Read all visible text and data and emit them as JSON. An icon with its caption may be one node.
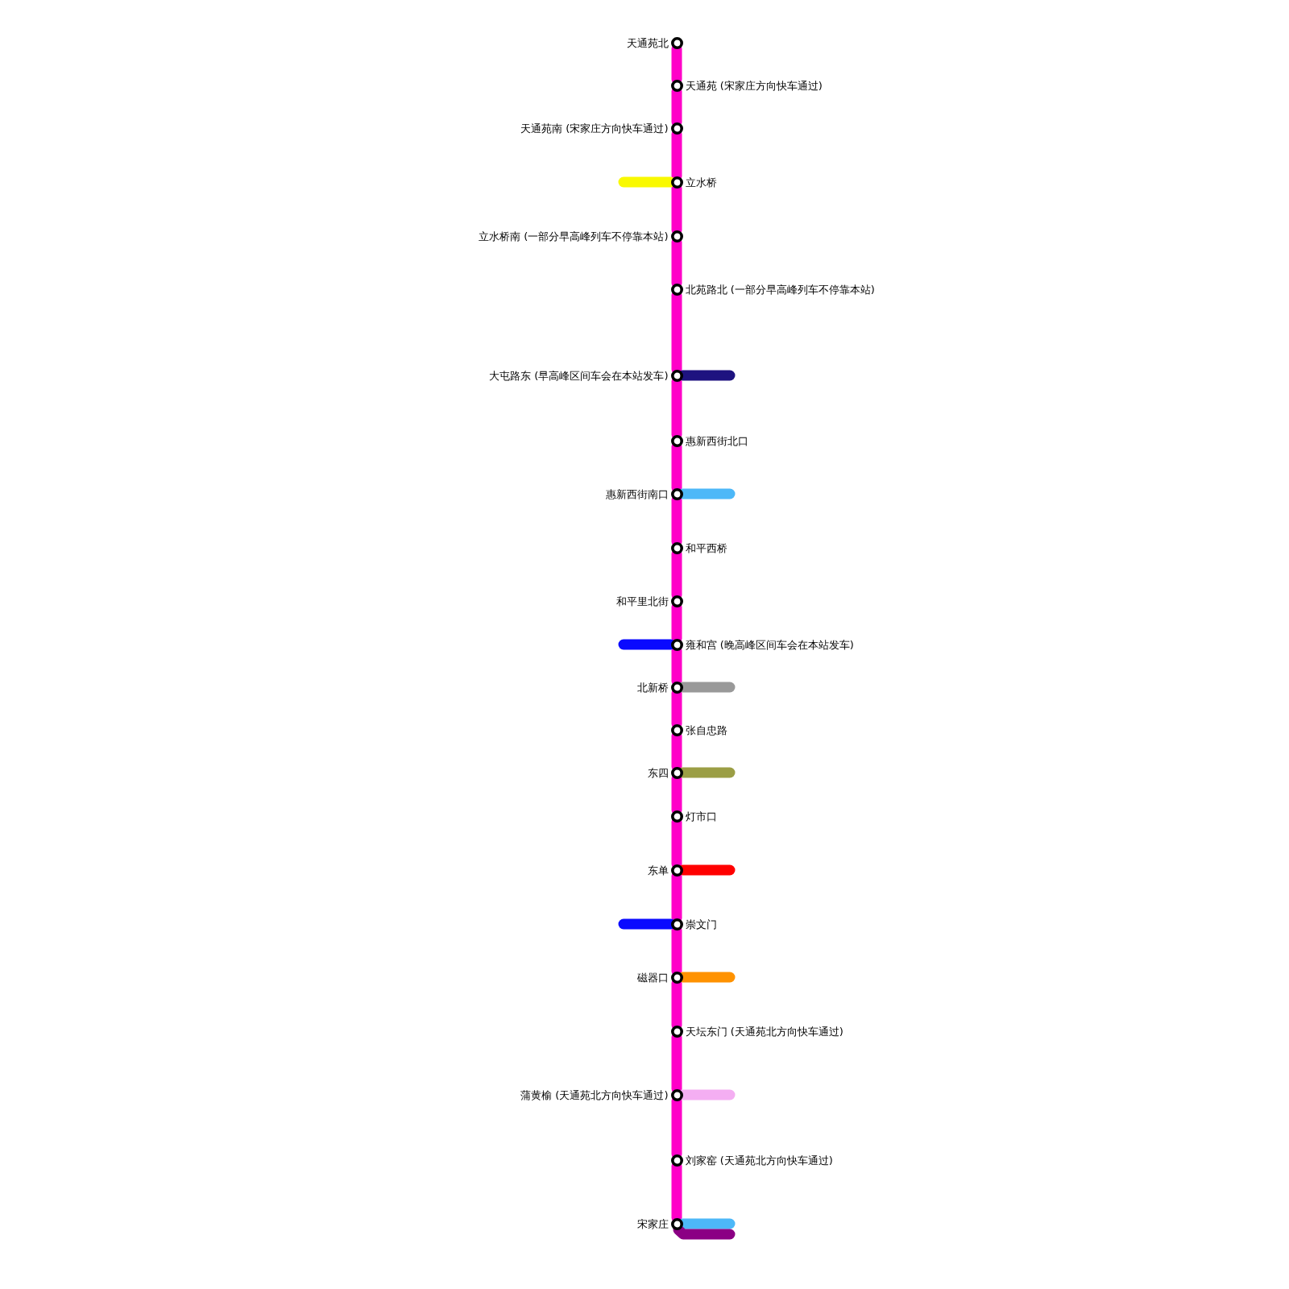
{
  "diagram": {
    "nodes": [
      {
        "text": [
          "天通苑北"
        ]
      },
      {
        "text": [
          "天通苑 (宋家庄方向快车通过)"
        ]
      },
      {
        "text": [
          "天通苑南 (宋家庄方向快车通过)"
        ]
      },
      {
        "text": [
          "立水桥"
        ]
      },
      {
        "text": [
          "立水桥南 (一部分早高峰列车不停靠本站)"
        ]
      },
      {
        "text": [
          "北苑路北 (一部分早高峰列车不停靠本站)"
        ]
      },
      {
        "text": [
          "大屯路东 (早高峰区间车会在本站发车)"
        ]
      },
      {
        "text": [
          "惠新西街北口"
        ]
      },
      {
        "text": [
          "惠新西街南口"
        ]
      },
      {
        "text": [
          "和平西桥"
        ]
      },
      {
        "text": [
          "和平里北街"
        ]
      },
      {
        "text": [
          "雍和宫 (晚高峰区间车会在本站发车)"
        ]
      },
      {
        "text": [
          "北新桥"
        ]
      },
      {
        "text": [
          "张自忠路"
        ]
      },
      {
        "text": [
          "东四"
        ]
      },
      {
        "text": [
          "灯市口"
        ]
      },
      {
        "text": [
          "东单"
        ]
      },
      {
        "text": [
          "崇文门"
        ]
      },
      {
        "text": [
          "磁器口"
        ]
      },
      {
        "text": [
          "天坛东门 (天通苑北方向快车通过)"
        ]
      },
      {
        "text": [
          "蒲黄榆 (天通苑北方向快车通过)"
        ]
      },
      {
        "text": [
          "刘家窑 (天通苑北方向快车通过)"
        ]
      },
      {
        "text": [
          "宋家庄"
        ]
      }
    ],
    "edges": [
      {
        "from": 0,
        "to": 1,
        "arrow": "none"
      },
      {
        "from": 1,
        "to": 2,
        "arrow": "none"
      },
      {
        "from": 2,
        "to": 3,
        "arrow": "none"
      },
      {
        "from": 3,
        "to": 4,
        "arrow": "none"
      },
      {
        "from": 4,
        "to": 5,
        "arrow": "none"
      },
      {
        "from": 5,
        "to": 6,
        "arrow": "none"
      },
      {
        "from": 6,
        "to": 7,
        "arrow": "none"
      },
      {
        "from": 7,
        "to": 8,
        "arrow": "none"
      },
      {
        "from": 8,
        "to": 9,
        "arrow": "none"
      },
      {
        "from": 9,
        "to": 10,
        "arrow": "none"
      },
      {
        "from": 10,
        "to": 11,
        "arrow": "none"
      },
      {
        "from": 11,
        "to": 12,
        "arrow": "none"
      },
      {
        "from": 12,
        "to": 13,
        "arrow": "none"
      },
      {
        "from": 13,
        "to": 14,
        "arrow": "none"
      },
      {
        "from": 14,
        "to": 15,
        "arrow": "none"
      },
      {
        "from": 15,
        "to": 16,
        "arrow": "none"
      },
      {
        "from": 16,
        "to": 17,
        "arrow": "none"
      },
      {
        "from": 17,
        "to": 18,
        "arrow": "none"
      },
      {
        "from": 18,
        "to": 19,
        "arrow": "none"
      },
      {
        "from": 19,
        "to": 20,
        "arrow": "none"
      },
      {
        "from": 20,
        "to": 21,
        "arrow": "none"
      },
      {
        "from": 21,
        "to": 22,
        "arrow": "none"
      },
      {
        "from": 3,
        "to": null,
        "arrow": "none",
        "color": "#f9f900"
      },
      {
        "from": 6,
        "to": null,
        "arrow": "none",
        "color": "#1e1380"
      },
      {
        "from": 8,
        "to": null,
        "arrow": "none",
        "color": "#4db8f8"
      },
      {
        "from": 11,
        "to": null,
        "arrow": "none",
        "color": "#0a0aff"
      },
      {
        "from": 12,
        "to": null,
        "arrow": "none",
        "color": "#999999"
      },
      {
        "from": 14,
        "to": null,
        "arrow": "none",
        "color": "#9b9e45"
      },
      {
        "from": 16,
        "to": null,
        "arrow": "none",
        "color": "#ff0000"
      },
      {
        "from": 17,
        "to": null,
        "arrow": "none",
        "color": "#0a0aff"
      },
      {
        "from": 18,
        "to": null,
        "arrow": "none",
        "color": "#ff9200"
      },
      {
        "from": 20,
        "to": null,
        "arrow": "none",
        "color": "#f4aef2"
      },
      {
        "from": 22,
        "to": null,
        "arrow": "none",
        "color": "#4db8f8"
      },
      {
        "from": 22,
        "to": null,
        "arrow": "none",
        "color": "#8b0084"
      }
    ]
  }
}
